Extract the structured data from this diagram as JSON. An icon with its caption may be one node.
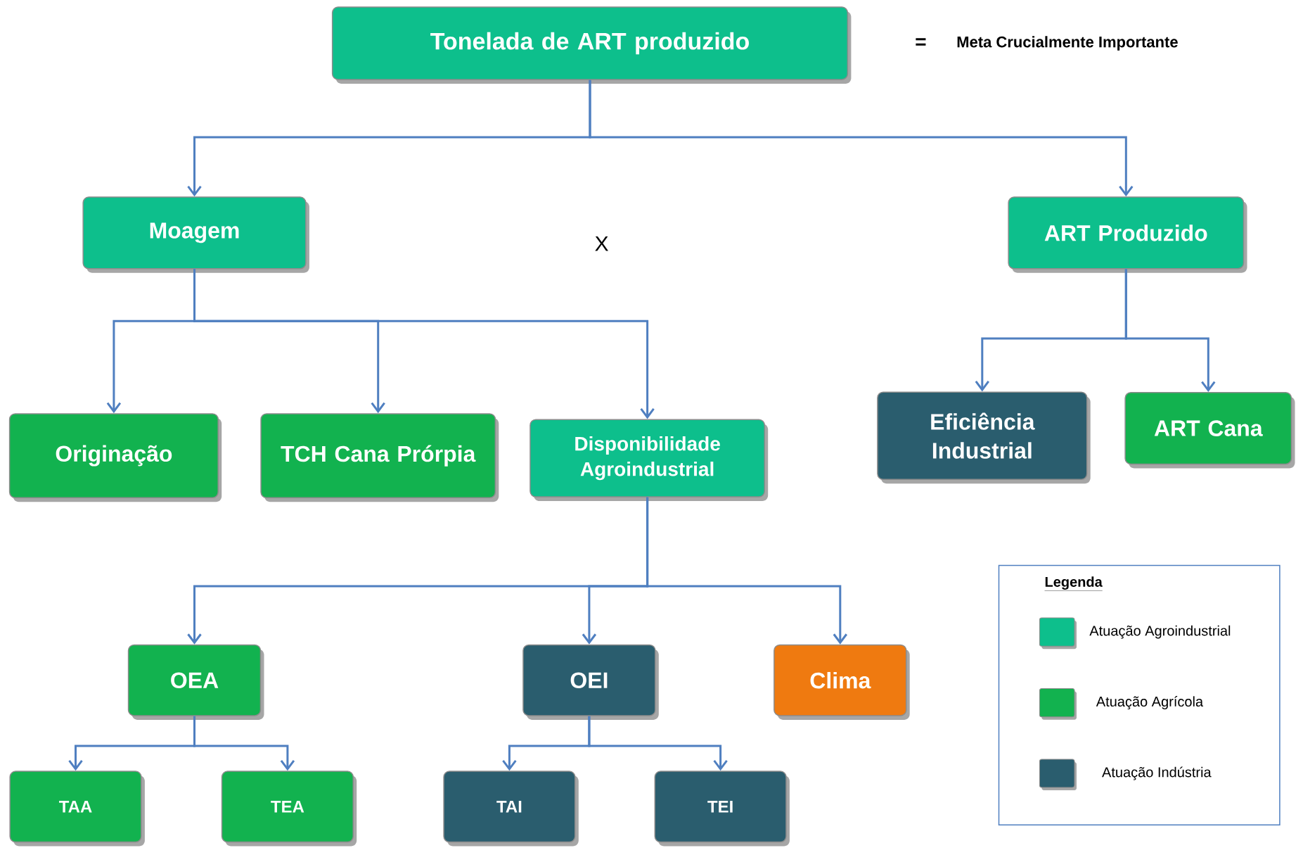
{
  "diagram": {
    "nodes": [
      {
        "text": [
          "Tonelada de ART produzido"
        ]
      },
      {
        "text": [
          "Moagem"
        ]
      },
      {
        "text": [
          "ART Produzido"
        ]
      },
      {
        "text": [
          "Originação"
        ]
      },
      {
        "text": [
          "TCH Cana Prórpia"
        ]
      },
      {
        "text": [
          "Disponibilidade Agroindustrial"
        ]
      },
      {
        "text": [
          "Eficiência Industrial"
        ]
      },
      {
        "text": [
          "ART Cana"
        ]
      },
      {
        "text": [
          "OEA"
        ]
      },
      {
        "text": [
          "OEI"
        ]
      },
      {
        "text": [
          "Clima"
        ]
      },
      {
        "text": [
          "TAA"
        ]
      },
      {
        "text": [
          "TEA"
        ]
      },
      {
        "text": [
          "TAI"
        ]
      },
      {
        "text": [
          "TEI"
        ]
      }
    ],
    "edges": [
      {
        "from": 0,
        "to": 1,
        "arrow": "to"
      },
      {
        "from": 0,
        "to": 2,
        "arrow": "to"
      },
      {
        "from": 1,
        "to": 3,
        "arrow": "to"
      },
      {
        "from": 1,
        "to": 4,
        "arrow": "to"
      },
      {
        "from": 1,
        "to": 5,
        "arrow": "to"
      },
      {
        "from": 2,
        "to": 6,
        "arrow": "to"
      },
      {
        "from": 2,
        "to": 7,
        "arrow": "to"
      },
      {
        "from": 5,
        "to": 8,
        "arrow": "to"
      },
      {
        "from": 5,
        "to": 9,
        "arrow": "to"
      },
      {
        "from": 5,
        "to": 10,
        "arrow": "to"
      },
      {
        "from": 8,
        "to": 11,
        "arrow": "to"
      },
      {
        "from": 8,
        "to": 12,
        "arrow": "to"
      },
      {
        "from": 9,
        "to": 13,
        "arrow": "to"
      },
      {
        "from": 9,
        "to": 14,
        "arrow": "to"
      }
    ],
    "labels": [
      "=",
      "Meta Crucialmente Importante",
      "X",
      "Legenda"
    ],
    "legend": [
      {
        "text": "Atuação Agroindustrial",
        "color": "#0dbf8c"
      },
      {
        "text": "Atuação Agrícola",
        "color": "#12b24f"
      },
      {
        "text": "Atuação Indústria",
        "color": "#2a5d6e"
      }
    ]
  }
}
